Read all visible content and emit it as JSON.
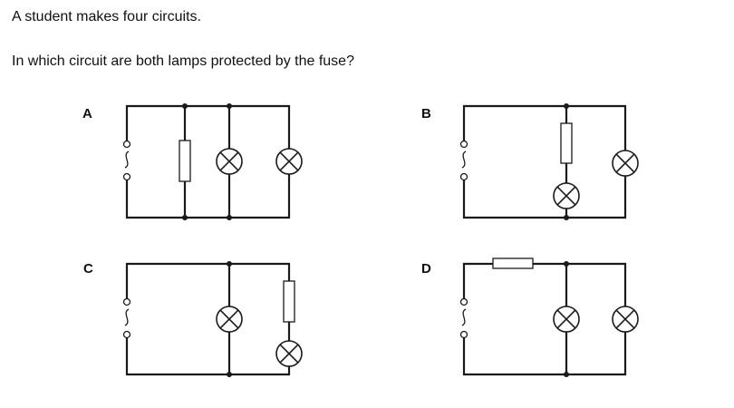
{
  "question": {
    "intro": "A student makes four circuits.",
    "prompt": "In which circuit are both lamps protected by the fuse?"
  },
  "options": [
    {
      "key": "A",
      "label": "A",
      "description": "AC supply with fuse, lamp and lamp all in parallel branches"
    },
    {
      "key": "B",
      "label": "B",
      "description": "Fuse in series with one lamp in a branch; second lamp in separate parallel branch"
    },
    {
      "key": "C",
      "label": "C",
      "description": "One lamp in parallel branch; fuse in series with second lamp in another branch"
    },
    {
      "key": "D",
      "label": "D",
      "description": "Fuse in main line before junction; both lamps in parallel after the fuse"
    }
  ],
  "components": {
    "supply": "ac-power-supply",
    "fuse": "fuse",
    "lamp": "filament-lamp"
  }
}
